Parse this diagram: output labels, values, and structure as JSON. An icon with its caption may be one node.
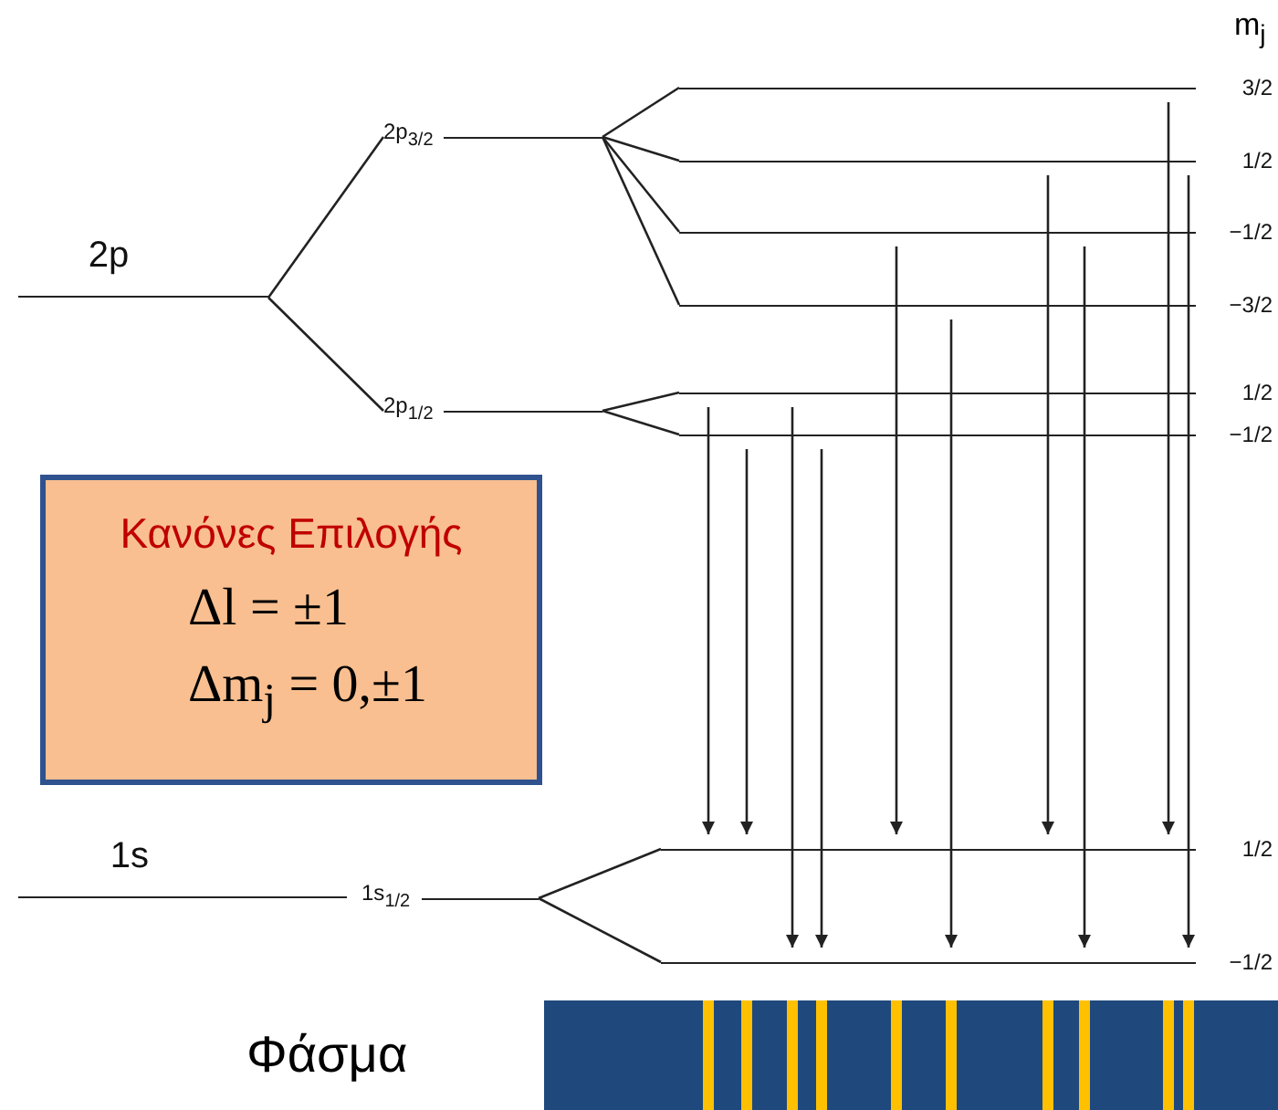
{
  "diagram": {
    "nodes": [
      {
        "text": [
          "2p"
        ]
      },
      {
        "text": [
          "2p$_{3/2}$"
        ]
      },
      {
        "text": [
          "2p$_{1/2}$"
        ]
      },
      {
        "text": [
          "3/2"
        ]
      },
      {
        "text": [
          "1/2"
        ]
      },
      {
        "text": [
          "−1/2"
        ]
      },
      {
        "text": [
          "−3/2"
        ]
      },
      {
        "text": [
          "1/2"
        ]
      },
      {
        "text": [
          "−1/2"
        ]
      },
      {
        "text": [
          "1s"
        ]
      },
      {
        "text": [
          "1s$_{1/2}$"
        ]
      },
      {
        "text": [
          "1/2"
        ]
      },
      {
        "text": [
          "−1/2"
        ]
      },
      {
        "text": [
          "Κανόνες Επιλογής",
          "Δl = ±1",
          "Δm$_{j}$ = 0,±1"
        ]
      }
    ],
    "edges": [
      {
        "from": 0,
        "to": 1,
        "arrow": "none"
      },
      {
        "from": 0,
        "to": 2,
        "arrow": "none"
      },
      {
        "from": 1,
        "to": 3,
        "arrow": "none"
      },
      {
        "from": 1,
        "to": 4,
        "arrow": "none"
      },
      {
        "from": 1,
        "to": 5,
        "arrow": "none"
      },
      {
        "from": 1,
        "to": 6,
        "arrow": "none"
      },
      {
        "from": 2,
        "to": 7,
        "arrow": "none"
      },
      {
        "from": 2,
        "to": 8,
        "arrow": "none"
      },
      {
        "from": 10,
        "to": 11,
        "arrow": "none"
      },
      {
        "from": 10,
        "to": 12,
        "arrow": "none"
      },
      {
        "from": 7,
        "to": 11,
        "arrow": "to"
      },
      {
        "from": 8,
        "to": 11,
        "arrow": "to"
      },
      {
        "from": 7,
        "to": 12,
        "arrow": "to"
      },
      {
        "from": 8,
        "to": 12,
        "arrow": "to"
      },
      {
        "from": 5,
        "to": 11,
        "arrow": "to"
      },
      {
        "from": 6,
        "to": 12,
        "arrow": "to"
      },
      {
        "from": 4,
        "to": 11,
        "arrow": "to"
      },
      {
        "from": 5,
        "to": 12,
        "arrow": "to"
      },
      {
        "from": 3,
        "to": 11,
        "arrow": "to"
      },
      {
        "from": 4,
        "to": 12,
        "arrow": "to"
      }
    ],
    "labels": [
      "m$_{j}$",
      "Φάσμα"
    ]
  }
}
